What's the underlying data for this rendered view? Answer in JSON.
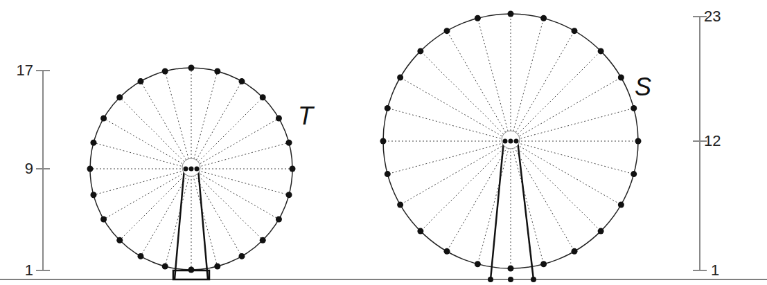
{
  "diagram": {
    "labels": [
      "17",
      "9",
      "1",
      "T",
      "S",
      "23",
      "12",
      "1"
    ]
  }
}
